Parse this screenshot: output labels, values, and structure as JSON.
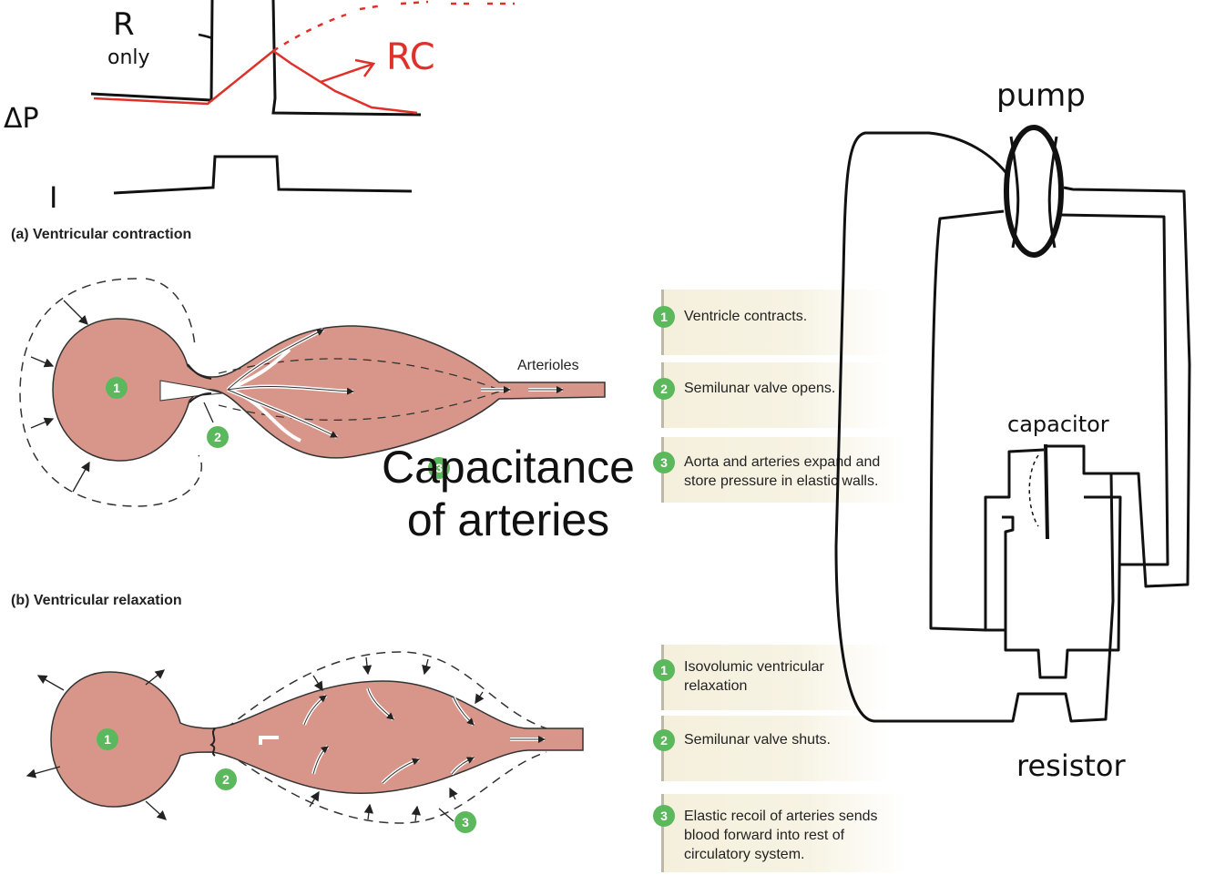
{
  "graph": {
    "r_label": "R",
    "only_label": "only",
    "rc_label": "RC",
    "dp_label": "ΔP",
    "i_label": "I"
  },
  "section_a": {
    "title": "(a) Ventricular contraction",
    "arterioles_label": "Arterioles",
    "markers": [
      "1",
      "2",
      "3"
    ],
    "steps": [
      {
        "num": "1",
        "line1": "Ventricle contracts.",
        "line2": ""
      },
      {
        "num": "2",
        "line1": "Semilunar valve opens.",
        "line2": ""
      },
      {
        "num": "3",
        "line1": "Aorta and arteries expand and",
        "line2": "store pressure in elastic walls."
      }
    ]
  },
  "section_b": {
    "title": "(b) Ventricular relaxation",
    "markers": [
      "1",
      "2",
      "3"
    ],
    "steps": [
      {
        "num": "1",
        "line1": "Isovolumic ventricular",
        "line2": "relaxation",
        "line3": ""
      },
      {
        "num": "2",
        "line1": "Semilunar valve shuts.",
        "line2": "",
        "line3": ""
      },
      {
        "num": "3",
        "line1": "Elastic recoil of arteries sends",
        "line2": "blood forward into rest of",
        "line3": "circulatory system."
      }
    ]
  },
  "overlay": {
    "line1": "Capacitance",
    "line2": "of arteries"
  },
  "circuit": {
    "pump_label": "pump",
    "capacitor_label": "capacitor",
    "resistor_label": "resistor"
  },
  "colors": {
    "tissue": "#d8968a",
    "marker": "#5cb85c",
    "red_ink": "#e0302a"
  }
}
